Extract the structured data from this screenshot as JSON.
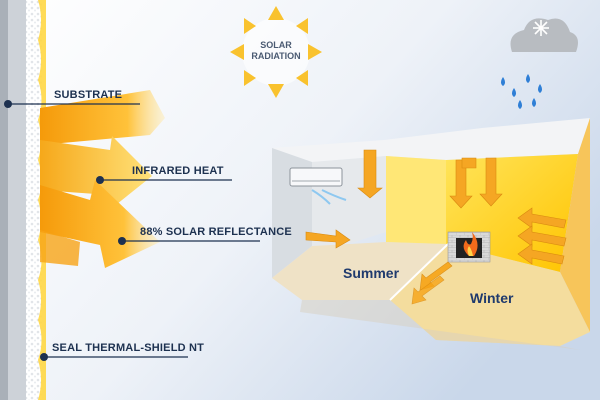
{
  "sun": {
    "line1": "SOLAR",
    "line2": "RADIATION"
  },
  "callouts": [
    {
      "label": "SUBSTRATE"
    },
    {
      "label": "INFRARED HEAT"
    },
    {
      "label": "88% SOLAR REFLECTANCE"
    },
    {
      "label": "SEAL THERMAL-SHIELD NT"
    }
  ],
  "rooms": {
    "summer": "Summer",
    "winter": "Winter"
  },
  "colors": {
    "navy": "#1d3150",
    "arrow_orange": "#f7a416",
    "arrow_yellow": "#ffd54a",
    "room_wall_gray": "#e6e9ec",
    "room_floor_beige": "#efe2c6",
    "room_wall_yellow": "#ffd400",
    "rain_blue": "#2f7fd6",
    "cloud_gray": "#b8bcc1"
  },
  "icons": [
    "sun-icon",
    "cloud-snow-icon",
    "air-conditioner-icon",
    "fireplace-icon",
    "rain-drop-icon"
  ]
}
